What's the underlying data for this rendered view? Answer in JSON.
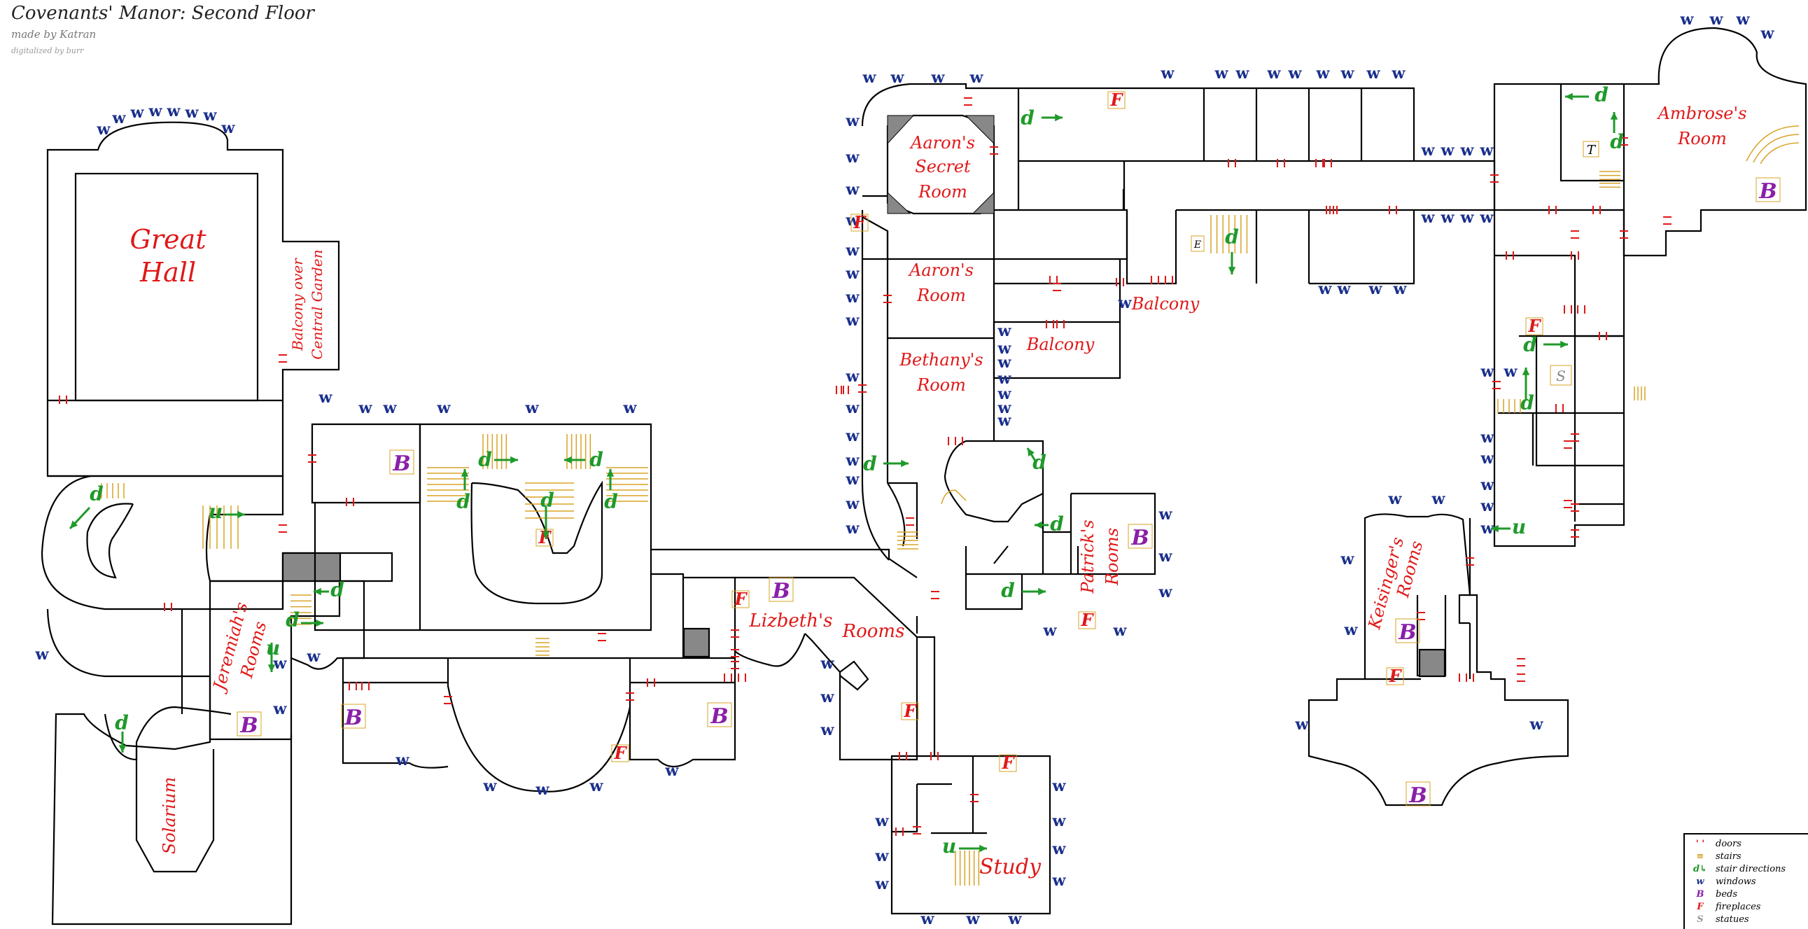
{
  "header": {
    "title": "Covenants' Manor: Second Floor",
    "made_by": "made by Katran",
    "digitalized_by": "digitalized by burr"
  },
  "rooms": {
    "great_hall": [
      "Great",
      "Hall"
    ],
    "balcony_over": "Balcony over",
    "central_garden": "Central Garden",
    "aarons_secret_room": [
      "Aaron's",
      "Secret",
      "Room"
    ],
    "aarons_room": [
      "Aaron's",
      "Room"
    ],
    "bethanys_room": [
      "Bethany's",
      "Room"
    ],
    "balcony_1": "Balcony",
    "balcony_2": "Balcony",
    "ambroses_room": [
      "Ambrose's",
      "Room"
    ],
    "patricks_rooms": [
      "Patrick's",
      "Rooms"
    ],
    "lizbeths": "Lizbeth's",
    "rooms_word": "Rooms",
    "jeremiahs_rooms": [
      "Jeremiah's",
      "Rooms"
    ],
    "keisingers_rooms": [
      "Keisinger's",
      "Rooms"
    ],
    "solarium": "Solarium",
    "study": "Study"
  },
  "symbols": {
    "window": "w",
    "bed": "B",
    "fireplace": "F",
    "statue": "S",
    "table": "T",
    "easel": "E",
    "stair_down": "d",
    "stair_up": "u"
  },
  "legend": {
    "items": [
      {
        "symbol": "' '",
        "label": "doors"
      },
      {
        "symbol": "≡",
        "label": "stairs"
      },
      {
        "symbol": "d↳",
        "label": "stair directions"
      },
      {
        "symbol": "w",
        "label": "windows"
      },
      {
        "symbol": "B",
        "label": "beds"
      },
      {
        "symbol": "F",
        "label": "fireplaces"
      },
      {
        "symbol": "S",
        "label": "statues"
      }
    ]
  },
  "colors": {
    "wall": "#000000",
    "room_label": "#e01818",
    "door": "#e01818",
    "window": "#1a2f8c",
    "bed": "#8a1fa8",
    "stair_dir": "#1f9a2a",
    "stairs": "#d8a326",
    "shaded": "#808080"
  }
}
